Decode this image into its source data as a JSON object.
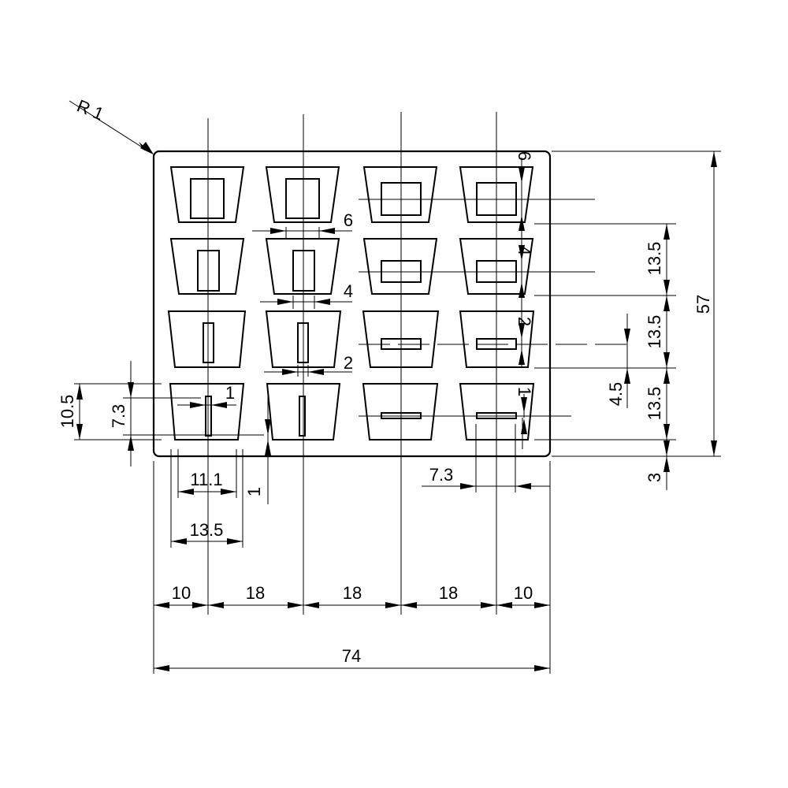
{
  "drawing": {
    "radius_label": "R 1",
    "overall_width": "74",
    "overall_height": "57",
    "bottom_spacing": [
      "10",
      "18",
      "18",
      "18",
      "10"
    ],
    "row_pitch": [
      "13.5",
      "13.5",
      "13.5"
    ],
    "bottom_margin": "3",
    "cell_height": "10.5",
    "cell_inner_height": "7.3",
    "cell_top_width": "13.5",
    "cell_bottom_width": "11.1",
    "offset_one": "1",
    "right_slot_height": "4.5",
    "right_slot_width": "7.3",
    "slot_widths": [
      "6",
      "4",
      "2",
      "1"
    ],
    "vertical_slot_labels": [
      "6",
      "4",
      "2",
      "1"
    ]
  }
}
